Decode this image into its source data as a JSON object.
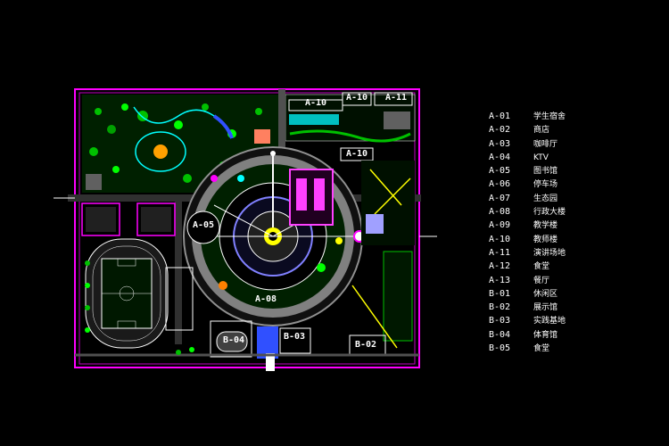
{
  "plan": {
    "labels": {
      "a10_top_a": "A-10",
      "a10_top_b": "A-10",
      "a11": "A-11",
      "a10_mid": "A-10",
      "a05": "A-05",
      "a08": "A-08",
      "b04": "B-04",
      "b03": "B-03",
      "b02": "B-02"
    }
  },
  "legend": [
    {
      "code": "A-01",
      "name": "学生宿舍"
    },
    {
      "code": "A-02",
      "name": "商店"
    },
    {
      "code": "A-03",
      "name": "咖啡厅"
    },
    {
      "code": "A-04",
      "name": "KTV"
    },
    {
      "code": "A-05",
      "name": "图书馆"
    },
    {
      "code": "A-06",
      "name": "停车场"
    },
    {
      "code": "A-07",
      "name": "生态园"
    },
    {
      "code": "A-08",
      "name": "行政大楼"
    },
    {
      "code": "A-09",
      "name": "教学楼"
    },
    {
      "code": "A-10",
      "name": "教师楼"
    },
    {
      "code": "A-11",
      "name": "演讲场地"
    },
    {
      "code": "A-12",
      "name": "食堂"
    },
    {
      "code": "A-13",
      "name": "餐厅"
    },
    {
      "code": "B-01",
      "name": "休闲区"
    },
    {
      "code": "B-02",
      "name": "展示馆"
    },
    {
      "code": "B-03",
      "name": "实践基地"
    },
    {
      "code": "B-04",
      "name": "体育馆"
    },
    {
      "code": "B-05",
      "name": "食堂"
    }
  ],
  "colors": {
    "background": "#000000",
    "boundary": "#ff00ff",
    "road": "#808080",
    "vegetation": "#00c000",
    "water": "#3050ff",
    "accent": "#ffff00"
  }
}
